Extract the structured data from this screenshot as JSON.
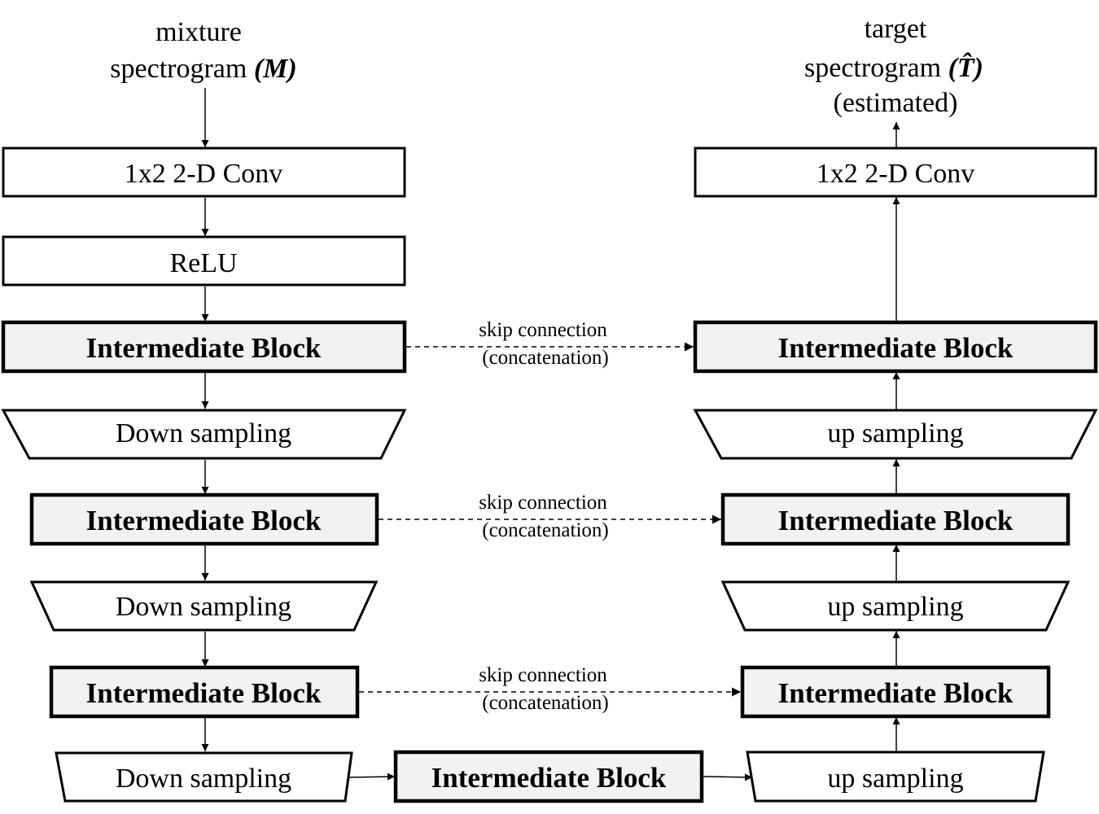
{
  "input": {
    "line1": "mixture",
    "line2_prefix": "spectrogram ",
    "symbol": "(M)"
  },
  "output": {
    "line1": "target",
    "line2_prefix": "spectrogram ",
    "symbol": "(T̂)",
    "line3": "(estimated)"
  },
  "encoder": {
    "conv": "1x2 2-D Conv",
    "relu": "ReLU",
    "block1": "Intermediate Block",
    "down1": "Down sampling",
    "block2": "Intermediate Block",
    "down2": "Down sampling",
    "block3": "Intermediate Block",
    "down3": "Down sampling"
  },
  "bottleneck": {
    "block": "Intermediate Block"
  },
  "decoder": {
    "up3": "up sampling",
    "block3": "Intermediate Block",
    "up2": "up sampling",
    "block2": "Intermediate Block",
    "up1": "up sampling",
    "block1": "Intermediate Block",
    "conv": "1x2 2-D Conv"
  },
  "skips": [
    {
      "line1": "skip connection",
      "line2": "(concatenation)"
    },
    {
      "line1": "skip connection",
      "line2": "(concatenation)"
    },
    {
      "line1": "skip connection",
      "line2": "(concatenation)"
    }
  ]
}
